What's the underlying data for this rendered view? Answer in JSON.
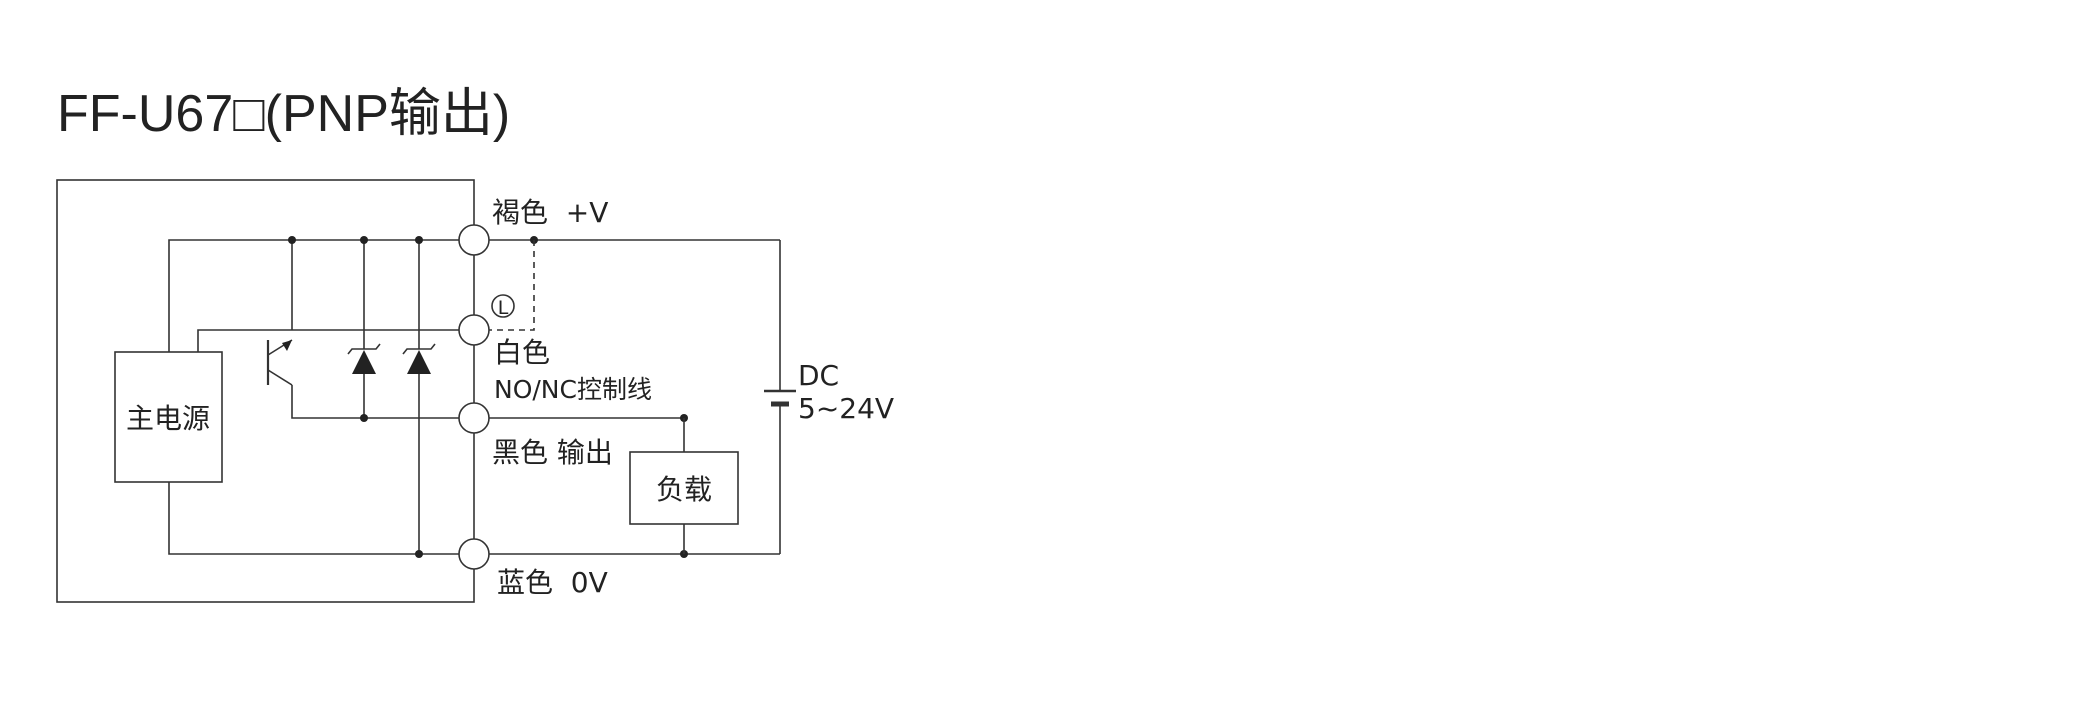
{
  "title": "FF-U67□(PNP输出)",
  "terminals": {
    "brown": "褐色  +V",
    "white": "白色",
    "white_desc": "NO/NC控制线",
    "black": "黑色 输出",
    "blue": "蓝色  0V"
  },
  "blocks": {
    "main_power": "主电源",
    "load": "负载"
  },
  "marker": "L",
  "supply": {
    "label": "DC",
    "range": "5~24V"
  }
}
